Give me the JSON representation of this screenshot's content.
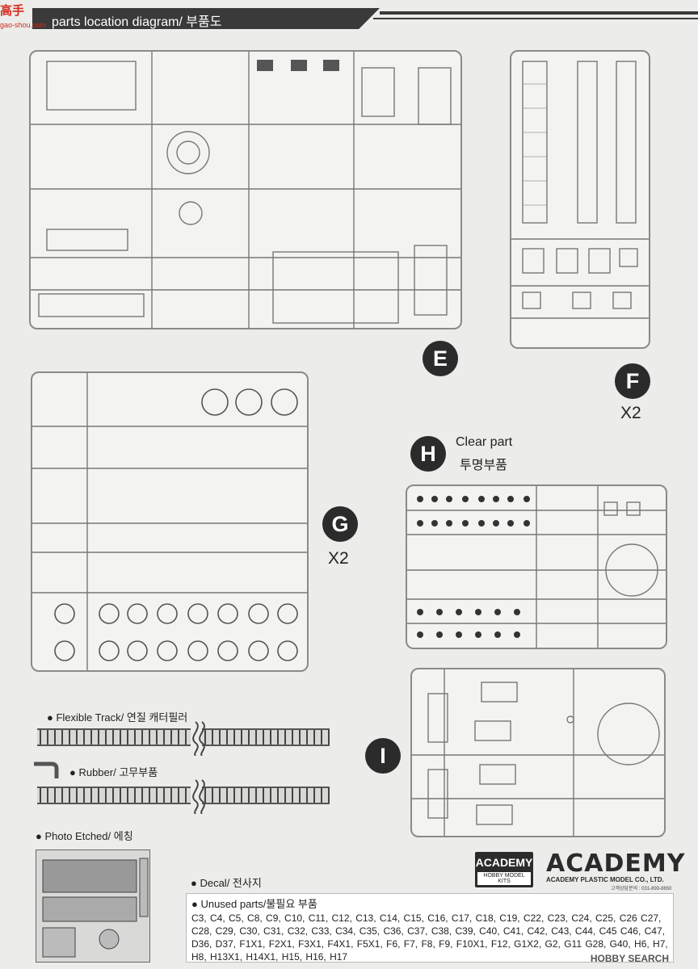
{
  "header": {
    "title": "parts location diagram/ 부품도",
    "watermark_logo": "高手",
    "watermark_url": "gao-shou.com"
  },
  "sprues": {
    "e": {
      "letter": "E"
    },
    "f": {
      "letter": "F",
      "multiplier": "X2"
    },
    "g": {
      "letter": "G",
      "multiplier": "X2"
    },
    "h": {
      "letter": "H",
      "label_en": "Clear part",
      "label_ko": "투명부품"
    },
    "i": {
      "letter": "I"
    }
  },
  "parts": {
    "flexible_track": "● Flexible Track/ 연질 캐터필러",
    "rubber": "● Rubber/ 고무부품",
    "photo_etched": "● Photo Etched/ 에칭",
    "decal": "● Decal/ 전사지"
  },
  "brand": {
    "box_name": "ACADEMY",
    "box_sub": "HOBBY MODEL KITS",
    "logo": "ACADEMY",
    "company": "ACADEMY PLASTIC MODEL CO., LTD.",
    "phone": "고객상담문의 : 031-893-8650"
  },
  "unused_parts": {
    "title": "● Unused parts/불필요 부품",
    "list": "C3, C4, C5, C8, C9, C10, C11, C12, C13, C14, C15, C16, C17, C18, C19, C22, C23, C24, C25, C26 C27, C28, C29, C30, C31, C32, C33, C34, C35, C36, C37, C38, C39, C40, C41, C42, C43, C44, C45 C46, C47, D36, D37, F1X1, F2X1, F3X1, F4X1, F5X1, F6, F7, F8, F9, F10X1, F12, G1X2, G2, G11 G28, G40, H6, H7, H8, H13X1, H14X1, H15, H16, H17"
  },
  "footer": {
    "source": "HOBBY SEARCH"
  },
  "colors": {
    "ink": "#2b2b2b",
    "frame": "#8a8a8a",
    "paper": "#ececea",
    "watermark": "#d52b1e"
  }
}
